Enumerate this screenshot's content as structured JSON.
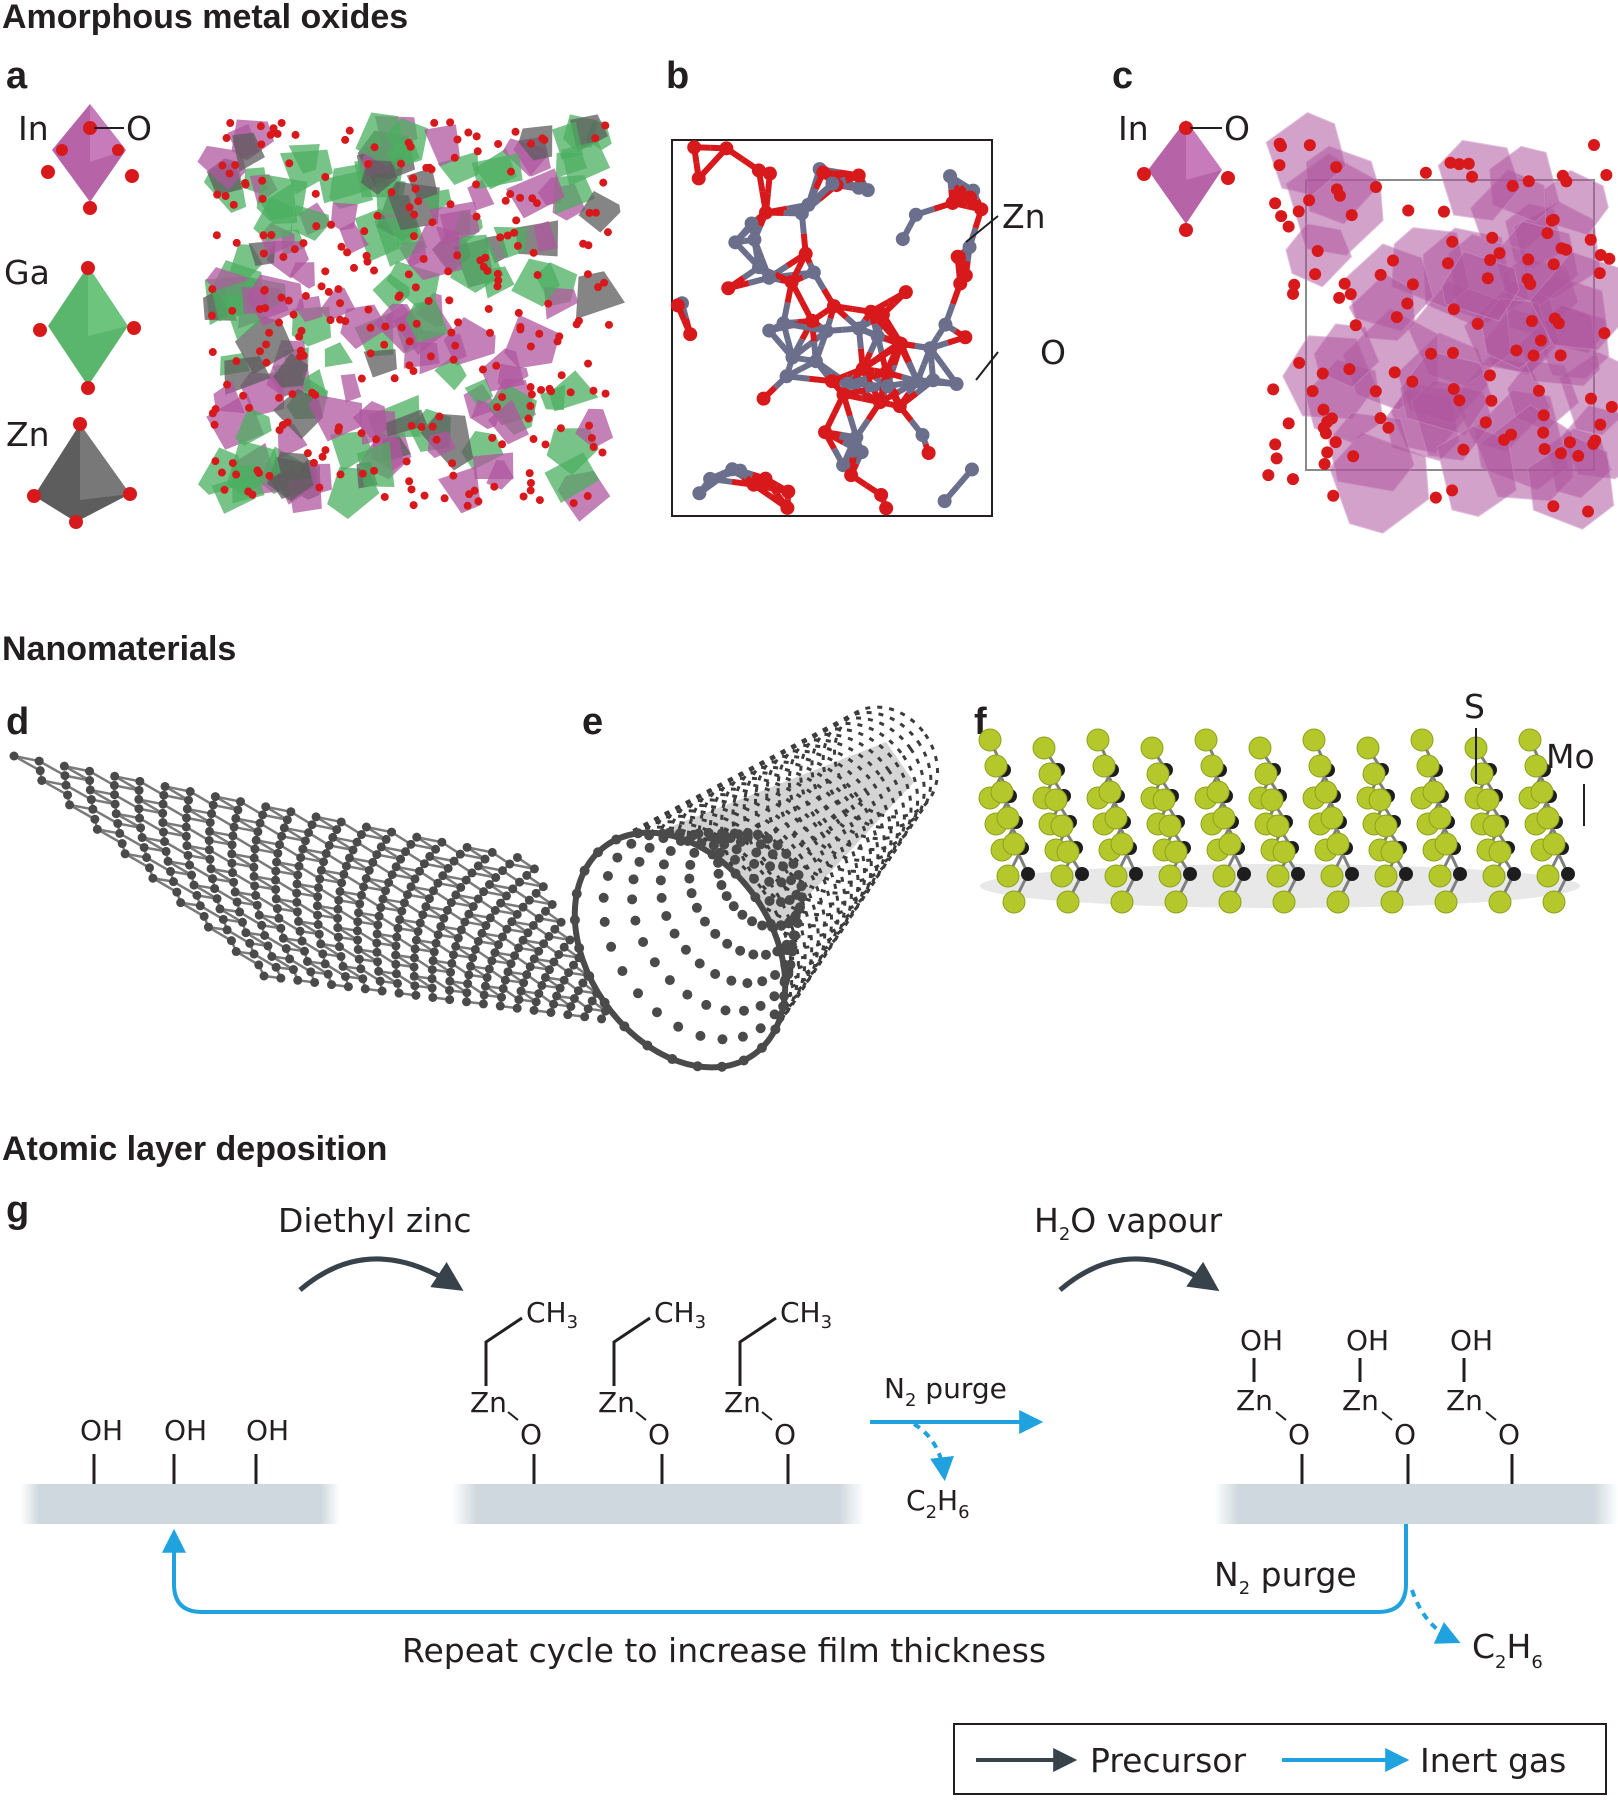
{
  "sections": {
    "amorphous": "Amorphous metal oxides",
    "nano": "Nanomaterials",
    "ald": "Atomic layer deposition"
  },
  "panels": [
    "a",
    "b",
    "c",
    "d",
    "e",
    "f",
    "g"
  ],
  "panel_a": {
    "in": "In",
    "o": "O",
    "ga": "Ga",
    "zn": "Zn"
  },
  "panel_b": {
    "zn": "Zn",
    "o": "O"
  },
  "panel_c": {
    "in": "In",
    "o": "O"
  },
  "panel_f": {
    "s": "S",
    "mo": "Mo"
  },
  "panel_g": {
    "diethyl_zinc": "Diethyl zinc",
    "h2o_vapour": {
      "h": "H",
      "sub": "2",
      "rest": "O vapour"
    },
    "oh": "OH",
    "o": "O",
    "zn": "Zn",
    "ch3": {
      "main": "CH",
      "sub": "3"
    },
    "n2_purge": {
      "n": "N",
      "sub": "2",
      "rest": " purge"
    },
    "c2h6": {
      "c": "C",
      "sub1": "2",
      "h": "H",
      "sub2": "6"
    },
    "repeat": "Repeat cycle to increase film thickness"
  },
  "legend": {
    "precursor": "Precursor",
    "inert_gas": "Inert gas"
  },
  "colors": {
    "oxygen": "#d7191c",
    "indium": "#b0579f",
    "gallium": "#4caf61",
    "zinc_poly": "#5d5d5d",
    "zinc_atom": "#6b6f8c",
    "carbon": "#4a4a4a",
    "sulfur": "#b5c82b",
    "molybdenum": "#1e1e1e",
    "precursor_arrow": "#37424a",
    "inert_arrow": "#1fa2dd",
    "substrate": "#cfd8de"
  }
}
